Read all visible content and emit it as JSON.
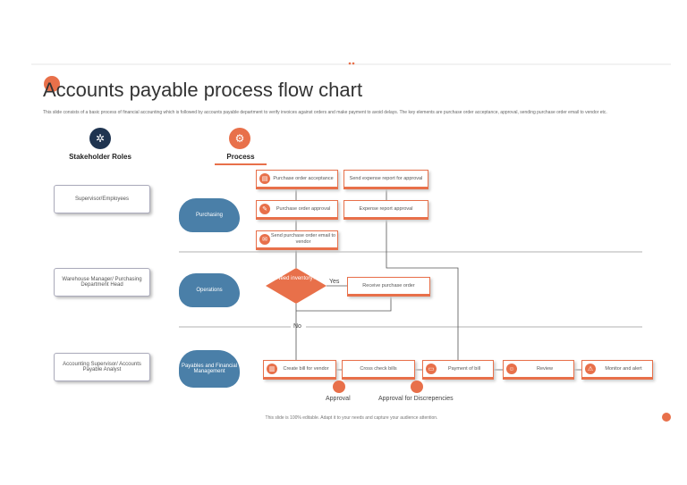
{
  "title": "Accounts payable process flow chart",
  "description": "This slide consists of a basic process of financial accounting which is followed by accounts payable department to verify invoices against orders and make payment to avoid delays. The key elements are purchase order acceptance, approval, sending purchase order email to vendor etc.",
  "headers": {
    "stakeholder": "Stakeholder Roles",
    "process": "Process"
  },
  "roles": [
    "Supervisor/Employees",
    "Warehouse Manager/ Purchasing Department Head",
    "Accounting Supervisor/ Accounts Payable Analyst"
  ],
  "lanes": [
    "Purchasing",
    "Operations",
    "Payables and Financial Management"
  ],
  "steps": {
    "po_accept": "Purchase order acceptance",
    "send_expense": "Send expense report for approval",
    "po_approval": "Purchase order approval",
    "expense_approval": "Expense report approval",
    "send_po": "Send purchase order email to vendor",
    "decision": "Need inventory?",
    "yes": "Yes",
    "no": "No",
    "receive_po": "Receive purchase order",
    "create_bill": "Create bill for vendor",
    "cross_check": "Cross check bills",
    "payment": "Payment of bill",
    "review": "Review",
    "monitor": "Monitor and alert"
  },
  "approvals": [
    "Approval",
    "Approval  for Discrepencies"
  ],
  "footer": "This slide is 100% editable. Adapt it to your needs and capture your audience attention.",
  "colors": {
    "accent": "#e8704a",
    "cloud": "#4a7fa8",
    "navy": "#1f3450"
  }
}
